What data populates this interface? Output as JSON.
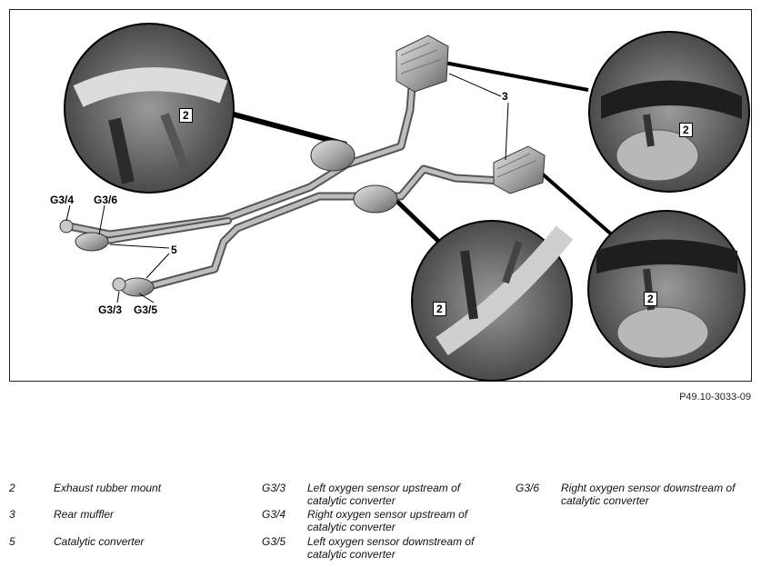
{
  "diagram": {
    "callouts": {
      "g34": "G3/4",
      "g36": "G3/6",
      "g33": "G3/3",
      "g35": "G3/5",
      "five": "5",
      "three": "3",
      "two_a": "2",
      "two_b": "2",
      "two_c": "2",
      "two_d": "2"
    },
    "reference_code": "P49.10-3033-09"
  },
  "legend": {
    "items": [
      {
        "code": "2",
        "text": "Exhaust rubber mount"
      },
      {
        "code": "3",
        "text": "Rear muffler"
      },
      {
        "code": "5",
        "text": "Catalytic converter"
      },
      {
        "code": "G3/3",
        "text_1": "Left oxygen sensor upstream of",
        "text_2": "catalytic converter"
      },
      {
        "code": "G3/4",
        "text_1": "Right oxygen sensor upstream of",
        "text_2": "catalytic converter"
      },
      {
        "code": "G3/5",
        "text_1": "Left oxygen sensor downstream of",
        "text_2": "catalytic converter"
      },
      {
        "code": "G3/6",
        "text_1": "Right oxygen sensor downstream of",
        "text_2": "catalytic converter"
      }
    ]
  }
}
